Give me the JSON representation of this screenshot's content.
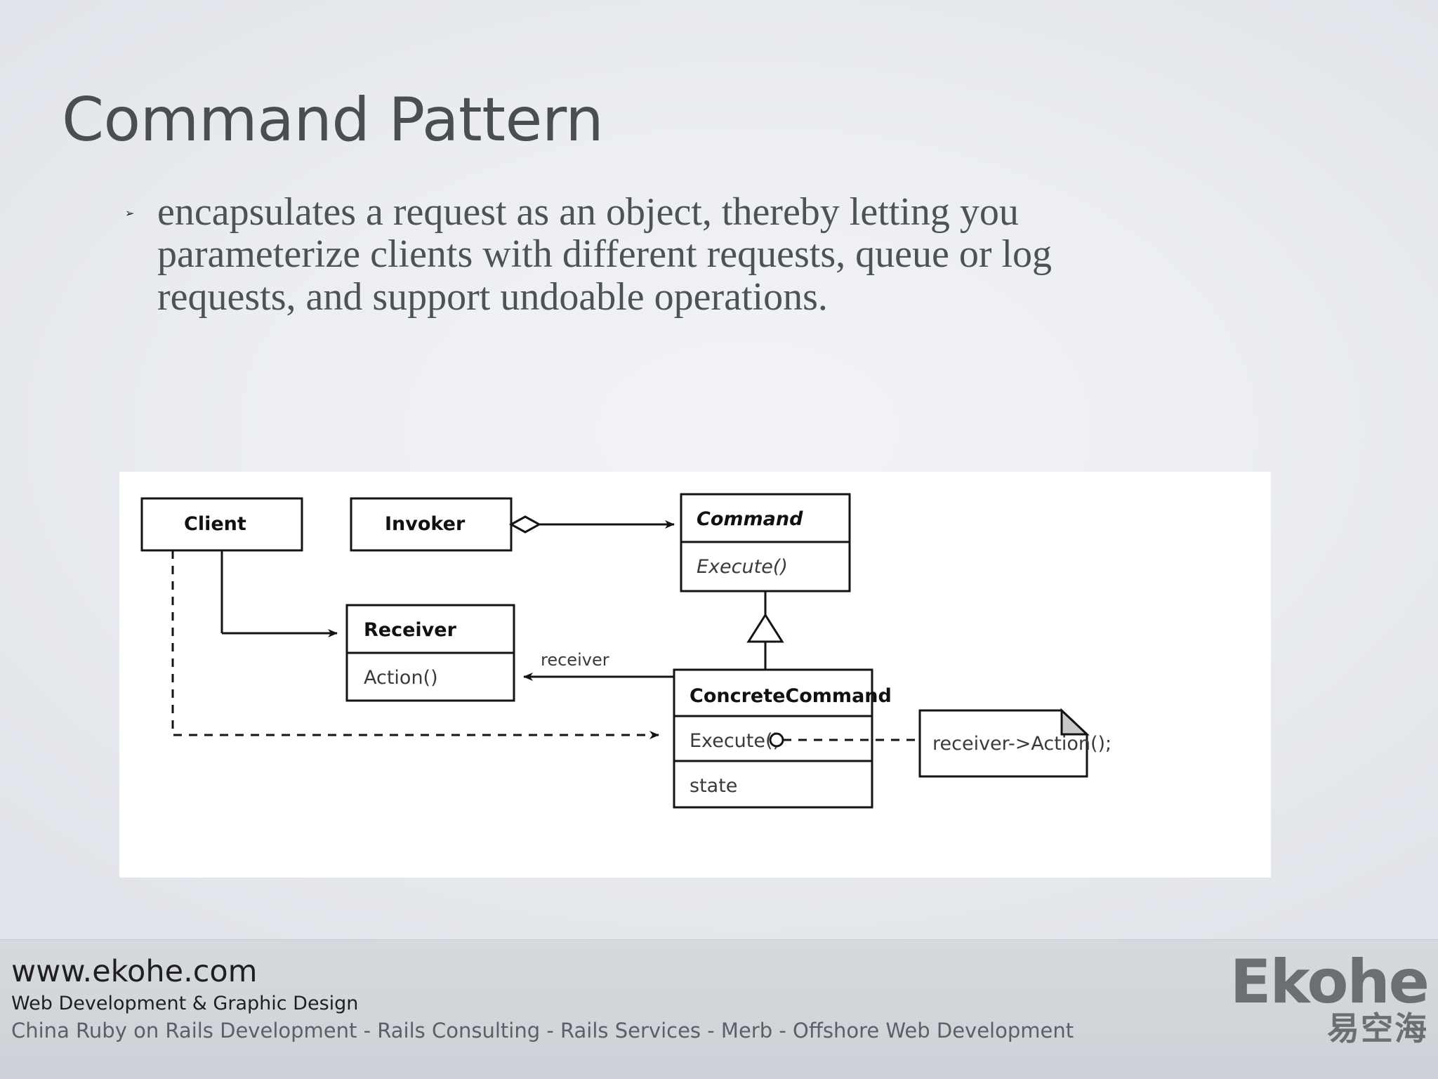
{
  "slide": {
    "title": "Command Pattern",
    "bullet_marker": "➢",
    "bullet_text": "encapsulates a request as an object, thereby letting you parameterize clients with different requests, queue or log requests, and support undoable operations."
  },
  "diagram": {
    "classes": {
      "client": {
        "name": "Client"
      },
      "invoker": {
        "name": "Invoker"
      },
      "command": {
        "name": "Command",
        "operation": "Execute()"
      },
      "receiver": {
        "name": "Receiver",
        "operation": "Action()"
      },
      "concrete_command": {
        "name": "ConcreteCommand",
        "operation": "Execute()",
        "attribute": "state"
      }
    },
    "labels": {
      "receiver_role": "receiver"
    },
    "note": {
      "text": "receiver->Action();"
    }
  },
  "footer": {
    "url": "www.ekohe.com",
    "tagline": "Web Development & Graphic Design",
    "services": "China Ruby on Rails Development - Rails Consulting - Rails Services - Merb - Offshore Web Development",
    "logo_word": "Ekohe",
    "logo_cn": "易空海"
  },
  "colors": {
    "title": "#4b4e51",
    "body_text": "#4d5257",
    "footer_band": "#d2d5da",
    "logo": "#6b6e73",
    "diagram_stroke": "#141414",
    "panel_bg": "#ffffff"
  }
}
